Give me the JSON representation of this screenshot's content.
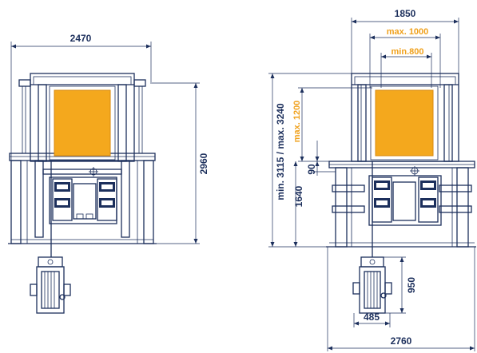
{
  "left_view": {
    "width_label": "2470",
    "height_label": "2960"
  },
  "right_view": {
    "width_label": "1850",
    "max_width_label": "max. 1000",
    "min_width_label": "min.800",
    "height_range_label": "min. 3115 / max. 3240",
    "max_height_label": "max. 1200",
    "gap_label": "90",
    "base_height_label": "1640",
    "hoist_height_label": "950",
    "hoist_width_label": "485",
    "total_width_label": "2760"
  },
  "colors": {
    "line": "#1c2f5c",
    "panel": "#f4a81d",
    "highlight_text": "#f0a11c"
  }
}
